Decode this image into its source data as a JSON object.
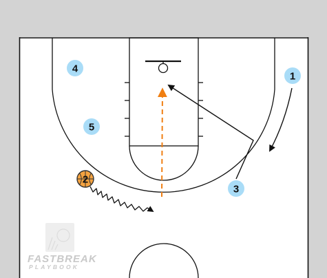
{
  "players": [
    {
      "id": "p1",
      "label": "1",
      "color": "#a9dcf7"
    },
    {
      "id": "p3",
      "label": "3",
      "color": "#a9dcf7"
    },
    {
      "id": "p4",
      "label": "4",
      "color": "#a9dcf7"
    },
    {
      "id": "p5",
      "label": "5",
      "color": "#a9dcf7"
    },
    {
      "id": "p2",
      "label": "2",
      "color": "#f5a340",
      "has_ball": true
    }
  ],
  "actions": [
    {
      "type": "cut",
      "player": "1",
      "color": "#111111"
    },
    {
      "type": "cut",
      "player": "3",
      "color": "#111111"
    },
    {
      "type": "dribble",
      "player": "2",
      "color": "#111111"
    },
    {
      "type": "pass",
      "color": "#f07f13"
    }
  ],
  "watermark": {
    "line1": "FASTBREAK",
    "line2": "PLAYBOOK"
  },
  "colors": {
    "court": "#ffffff",
    "border": "#d3d3d3",
    "lines": "#111111",
    "player": "#a9dcf7",
    "ball": "#f5a340",
    "pass": "#f07f13"
  }
}
